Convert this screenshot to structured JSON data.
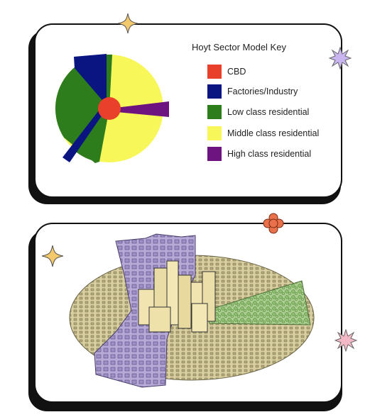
{
  "key": {
    "title": "Hoyt Sector Model Key",
    "items": [
      {
        "label": "CBD",
        "color": "#e8402a"
      },
      {
        "label": "Factories/Industry",
        "color": "#0a1582"
      },
      {
        "label": "Low class residential",
        "color": "#2e7d1d"
      },
      {
        "label": "Middle class residential",
        "color": "#f7f75a"
      },
      {
        "label": "High class residential",
        "color": "#6e1480"
      }
    ]
  },
  "colors": {
    "card_border": "#111111",
    "star_yellow": "#f3c96b",
    "star_lavender": "#c9b6f0",
    "flower_orange": "#e8704a",
    "star_pink": "#f2b8c6",
    "industry_purple": "#b7a9d8",
    "low_res_tan": "#d9cfa0",
    "high_res_green": "#a9d08e"
  }
}
